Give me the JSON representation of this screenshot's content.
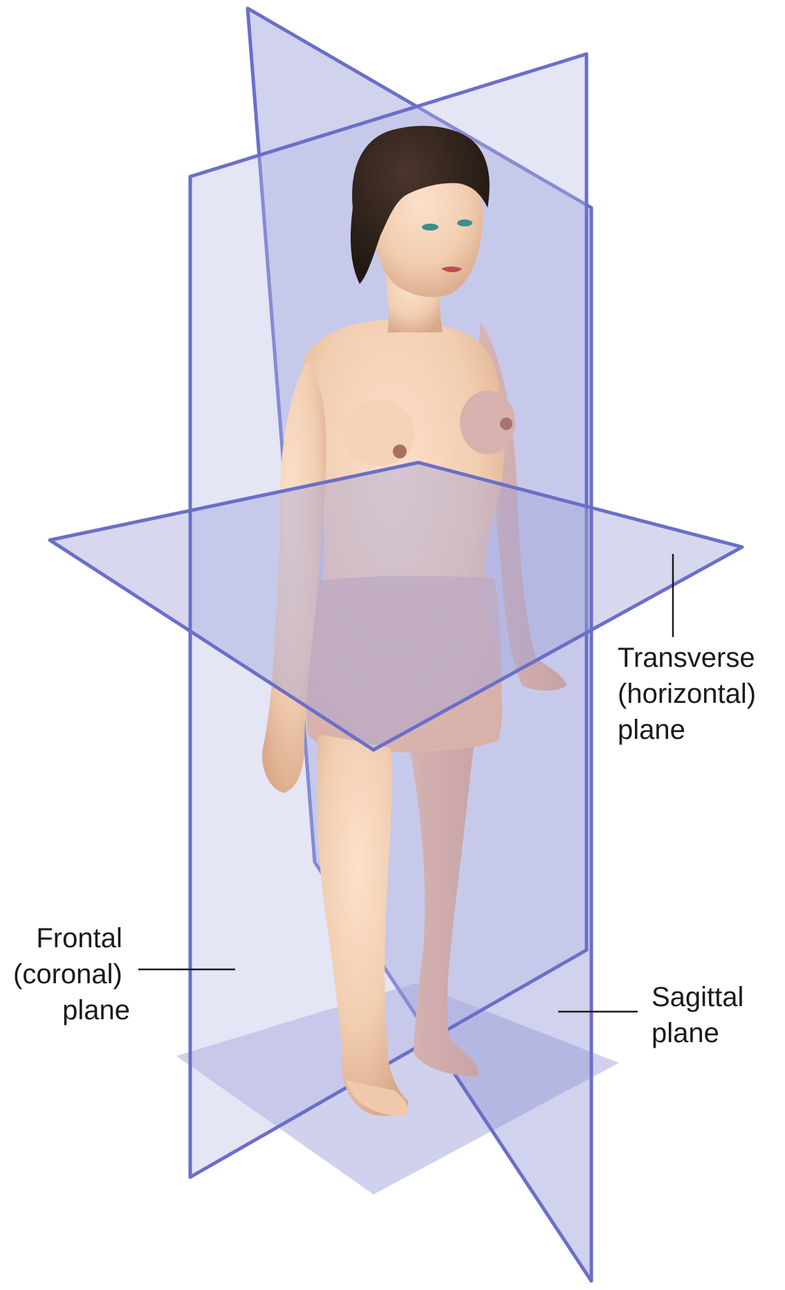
{
  "figure": {
    "subject": "human figure",
    "colors": {
      "plane_fill": "#8e93d6",
      "plane_edge": "#6a6fc8",
      "floor_fill": "#a9acdf",
      "skin": "#f2cdb0",
      "skin_shadow": "#d9a98a",
      "hair": "#2e221c",
      "label_text": "#1a1a1a",
      "leader_line": "#1a1a1a"
    }
  },
  "labels": {
    "transverse": [
      "Transverse",
      "(horizontal)",
      "plane"
    ],
    "frontal": [
      "Frontal",
      "(coronal)",
      "plane"
    ],
    "sagittal": [
      "Sagittal",
      "plane"
    ]
  }
}
